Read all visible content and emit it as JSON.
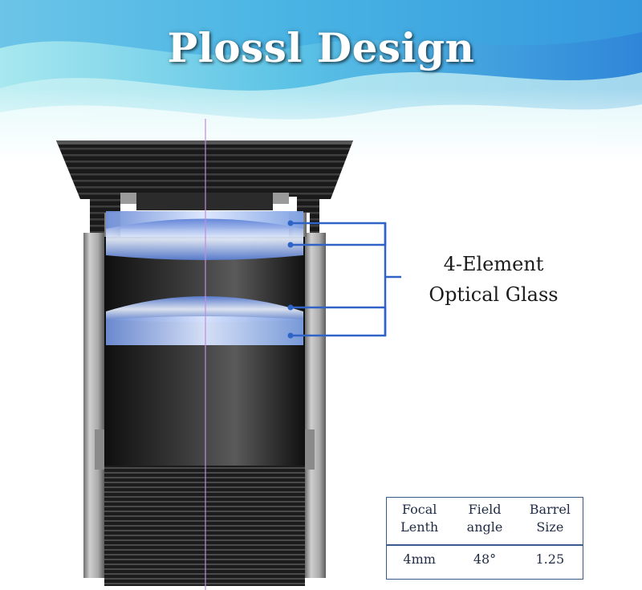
{
  "title": "Plossl Design",
  "callout": {
    "line1": "4-Element",
    "line2": "Optical  Glass"
  },
  "specs": {
    "headers": [
      {
        "line1": "Focal",
        "line2": "Lenth"
      },
      {
        "line1": "Field",
        "line2": "angle"
      },
      {
        "line1": "Barrel",
        "line2": "Size"
      }
    ],
    "values": [
      "4mm",
      "48°",
      "1.25"
    ]
  },
  "colors": {
    "callout_line": "#2f63c8",
    "table_border": "#3a5a8f",
    "wave_light": "#bfeef5",
    "wave_blue": "#2a8ad8"
  }
}
